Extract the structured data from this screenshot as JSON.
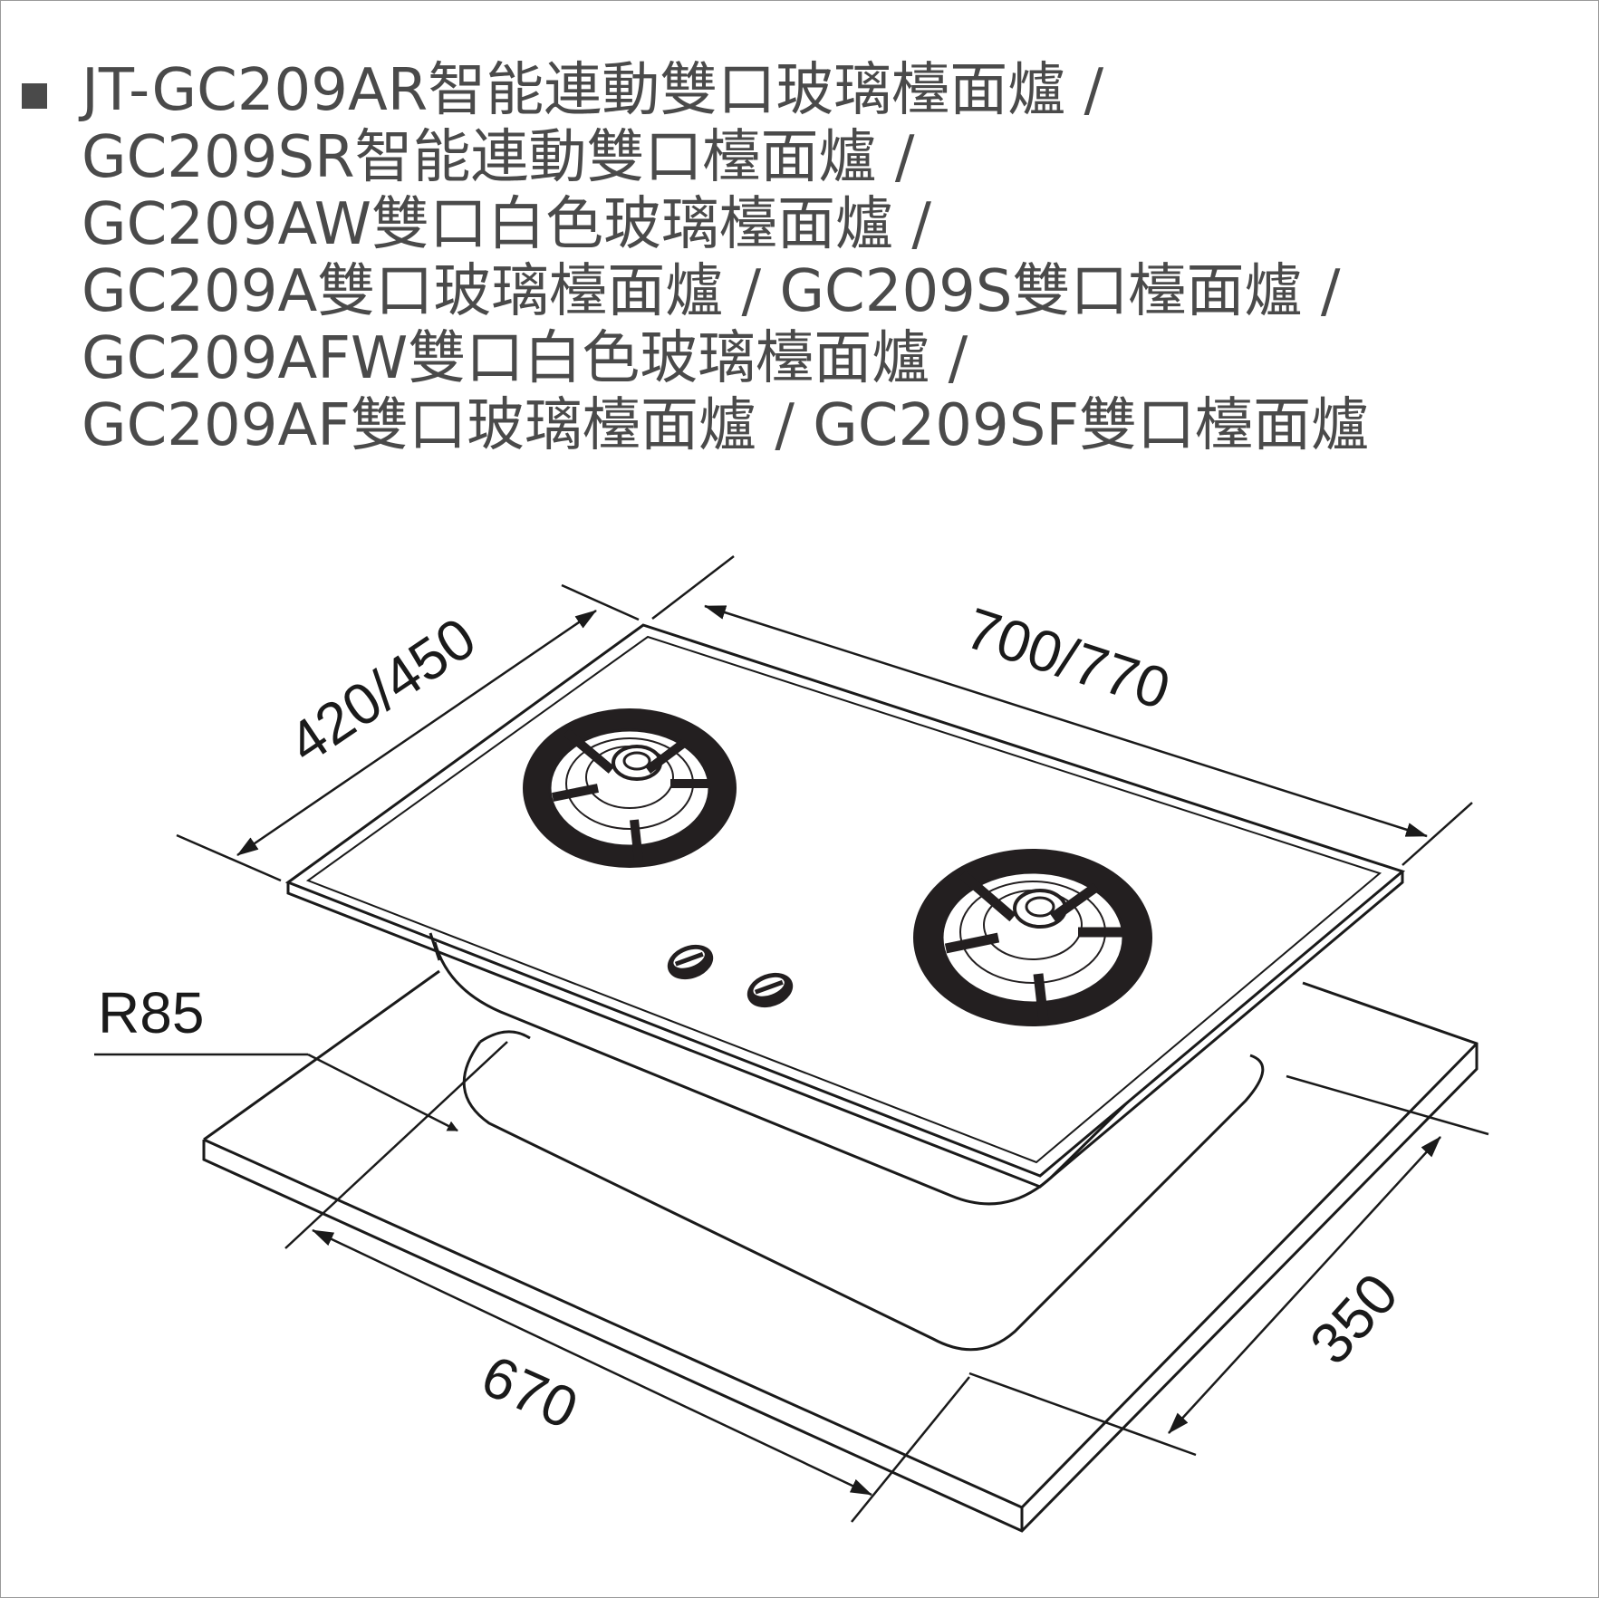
{
  "title_lines": [
    "JT-GC209AR智能連動雙口玻璃檯面爐 /",
    "GC209SR智能連動雙口檯面爐 /",
    "GC209AW雙口白色玻璃檯面爐 /",
    "GC209A雙口玻璃檯面爐 / GC209S雙口檯面爐 /",
    "GC209AFW雙口白色玻璃檯面爐 /",
    "GC209AF雙口玻璃檯面爐 / GC209SF雙口檯面爐"
  ],
  "dimensions": {
    "depth": "420/450",
    "width": "700/770",
    "radius": "R85",
    "cutout_width": "670",
    "cutout_depth": "350"
  },
  "colors": {
    "text": "#4a4a4a",
    "line": "#1a1a1a",
    "burner": "#231f20"
  }
}
